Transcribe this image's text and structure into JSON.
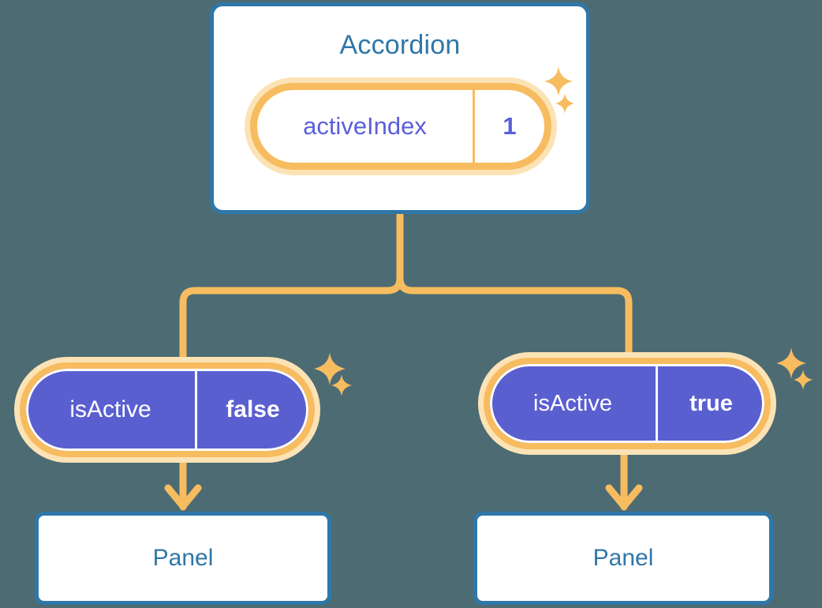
{
  "meta": {
    "background_color": "#4d6b73",
    "card_border_color": "#2f77a8",
    "card_title_color": "#2f77a8",
    "pill_ring_color": "#f7bc5f",
    "pill_glow_color": "#fce3b6",
    "pill_solid_fill": "#5a5fd0",
    "pill_light_text": "#5b5fd9",
    "connector_color": "#f7bc5f",
    "sparkle_color": "#f7bc5f"
  },
  "root": {
    "title": "Accordion",
    "prop": {
      "key": "activeIndex",
      "value": "1"
    }
  },
  "children": [
    {
      "prop": {
        "key": "isActive",
        "value": "false"
      },
      "panel": {
        "title": "Panel"
      }
    },
    {
      "prop": {
        "key": "isActive",
        "value": "true"
      },
      "panel": {
        "title": "Panel"
      }
    }
  ],
  "icons": {
    "sparkle_large": "sparkle-icon",
    "sparkle_small": "sparkle-small-icon",
    "arrow_down": "arrow-down-icon"
  }
}
